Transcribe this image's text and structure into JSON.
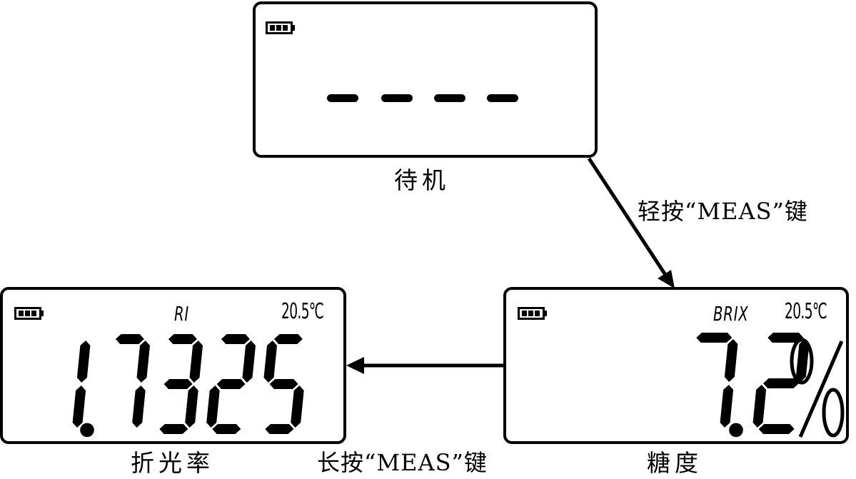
{
  "standby": {
    "display": "----",
    "caption": "待机"
  },
  "brix": {
    "mode": "BRIX",
    "temperature": "20.5℃",
    "value": "7.2",
    "unit": "%",
    "caption": "糖度"
  },
  "refractive_index": {
    "mode": "RI",
    "temperature": "20.5℃",
    "value": "1.7325",
    "caption": "折光率"
  },
  "transitions": {
    "short_press": "轻按“MEAS”键",
    "long_press": "长按“MEAS”键"
  },
  "icons": {
    "battery": "battery-full-icon",
    "arrow": "arrow-icon"
  }
}
